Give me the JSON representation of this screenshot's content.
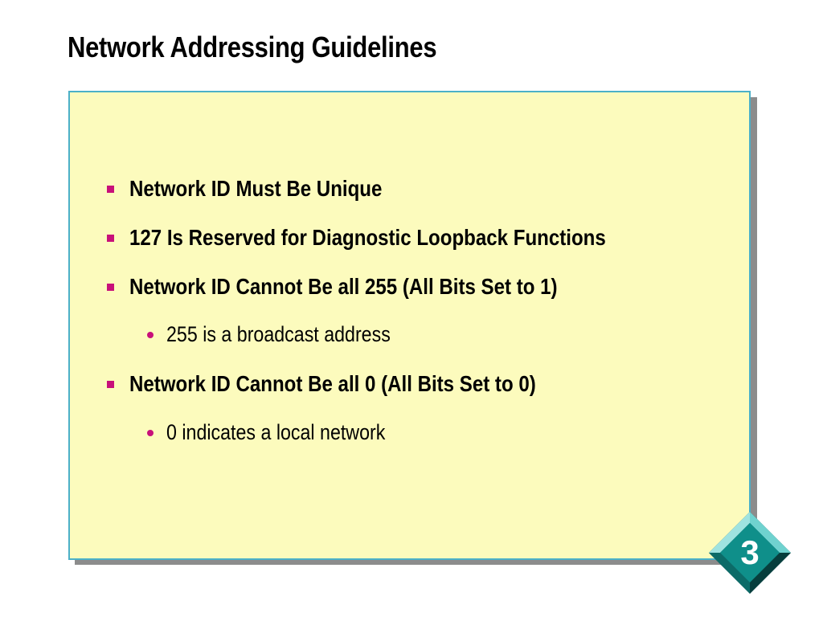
{
  "slide": {
    "title": "Network Addressing Guidelines",
    "bullets": [
      {
        "text": "Network ID Must Be Unique",
        "level": 1
      },
      {
        "text": "127 Is Reserved for Diagnostic Loopback Functions",
        "level": 1
      },
      {
        "text": "Network ID Cannot Be all 255 (All Bits Set to 1)",
        "level": 1
      },
      {
        "text": "255 is a broadcast address",
        "level": 2
      },
      {
        "text": "Network ID Cannot Be all 0 (All Bits Set to 0)",
        "level": 1
      },
      {
        "text": "0 indicates a local network",
        "level": 2
      }
    ],
    "badge_number": "3"
  },
  "colors": {
    "box_fill": "#fcfbbd",
    "box_border": "#4bb0c8",
    "box_shadow": "#8c8c8c",
    "bullet_marker": "#c8107a",
    "badge_teal": "#0f8f8a",
    "badge_dark": "#0a4f4f"
  },
  "icons": {
    "level1_marker": "square-bullet-icon",
    "level2_marker": "round-bullet-icon",
    "badge": "diamond-badge-icon"
  }
}
